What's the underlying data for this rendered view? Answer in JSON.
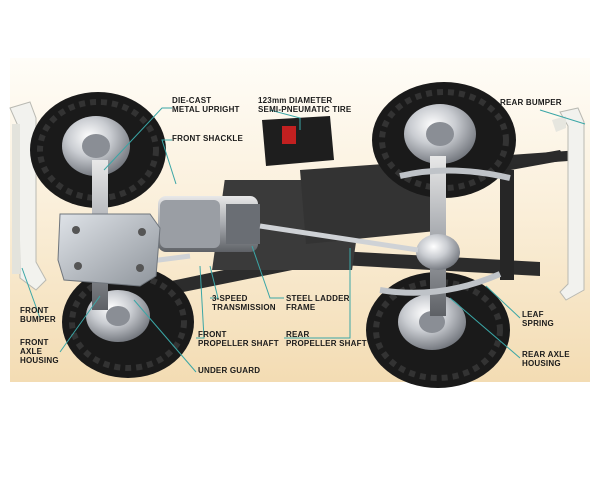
{
  "labels": {
    "die_cast": [
      "DIE-CAST",
      "METAL UPRIGHT"
    ],
    "tire": [
      "123mm DIAMETER",
      "SEMI-PNEUMATIC TIRE"
    ],
    "rear_bumper": [
      "REAR BUMPER"
    ],
    "front_shackle": [
      "FRONT SHACKLE"
    ],
    "front_bumper": [
      "FRONT",
      "BUMPER"
    ],
    "front_axle": [
      "FRONT",
      "AXLE",
      "HOUSING"
    ],
    "transmission": [
      "3-SPEED",
      "TRANSMISSION"
    ],
    "frame": [
      "STEEL LADDER",
      "FRAME"
    ],
    "leaf_spring": [
      "LEAF",
      "SPRING"
    ],
    "front_prop": [
      "FRONT",
      "PROPELLER SHAFT"
    ],
    "rear_prop": [
      "REAR",
      "PROPELLER SHAFT"
    ],
    "rear_axle": [
      "REAR AXLE",
      "HOUSING"
    ],
    "under_guard": [
      "UNDER GUARD"
    ]
  },
  "colors": {
    "background_top": "#fffdf8",
    "background_bottom": "#f3dcb3",
    "leader_line": "#3aa6a6",
    "label_text": "#1b1b1b",
    "tire": "#1a1a1a",
    "chrome": "#c9ccd1",
    "frame": "#2a2a2a",
    "bumper": "#f2f2ee"
  }
}
